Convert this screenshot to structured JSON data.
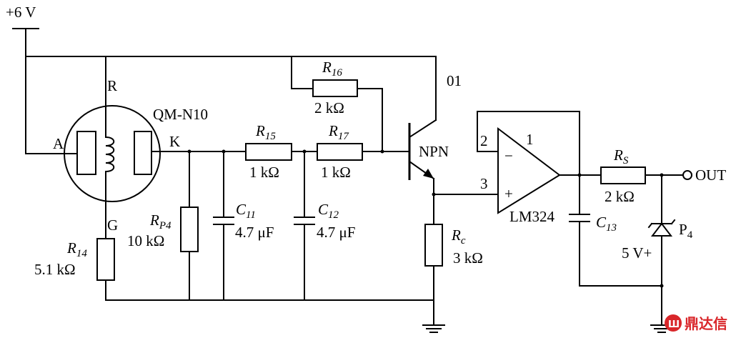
{
  "supply": "+6 V",
  "sensor": {
    "model": "QM-N10",
    "pin_a": "A",
    "pin_r": "R",
    "pin_k": "K",
    "pin_g": "G"
  },
  "node_01": "01",
  "r16": {
    "sym": "R",
    "sub": "16",
    "value": "2 kΩ"
  },
  "r15": {
    "sym": "R",
    "sub": "15",
    "value": "1 kΩ"
  },
  "r17": {
    "sym": "R",
    "sub": "17",
    "value": "1 kΩ"
  },
  "rp4": {
    "sym": "R",
    "sub": "P4",
    "value": "10 kΩ"
  },
  "r14": {
    "sym": "R",
    "sub": "14",
    "value": "5.1 kΩ"
  },
  "c11": {
    "sym": "C",
    "sub": "11",
    "value": "4.7 μF"
  },
  "c12": {
    "sym": "C",
    "sub": "12",
    "value": "4.7 μF"
  },
  "rc": {
    "sym": "R",
    "sub": "c",
    "value": "3 kΩ"
  },
  "transistor": "NPN",
  "opamp": {
    "model": "LM324",
    "pin1": "1",
    "pin2": "2",
    "pin3": "3",
    "minus": "−",
    "plus": "+"
  },
  "c13": {
    "sym": "C",
    "sub": "13"
  },
  "rs": {
    "sym": "R",
    "sub": "S",
    "value": "2 kΩ"
  },
  "p4": {
    "sym": "P",
    "sub": "4",
    "value": "5 V+"
  },
  "out": "OUT",
  "watermark": "鼎达信"
}
